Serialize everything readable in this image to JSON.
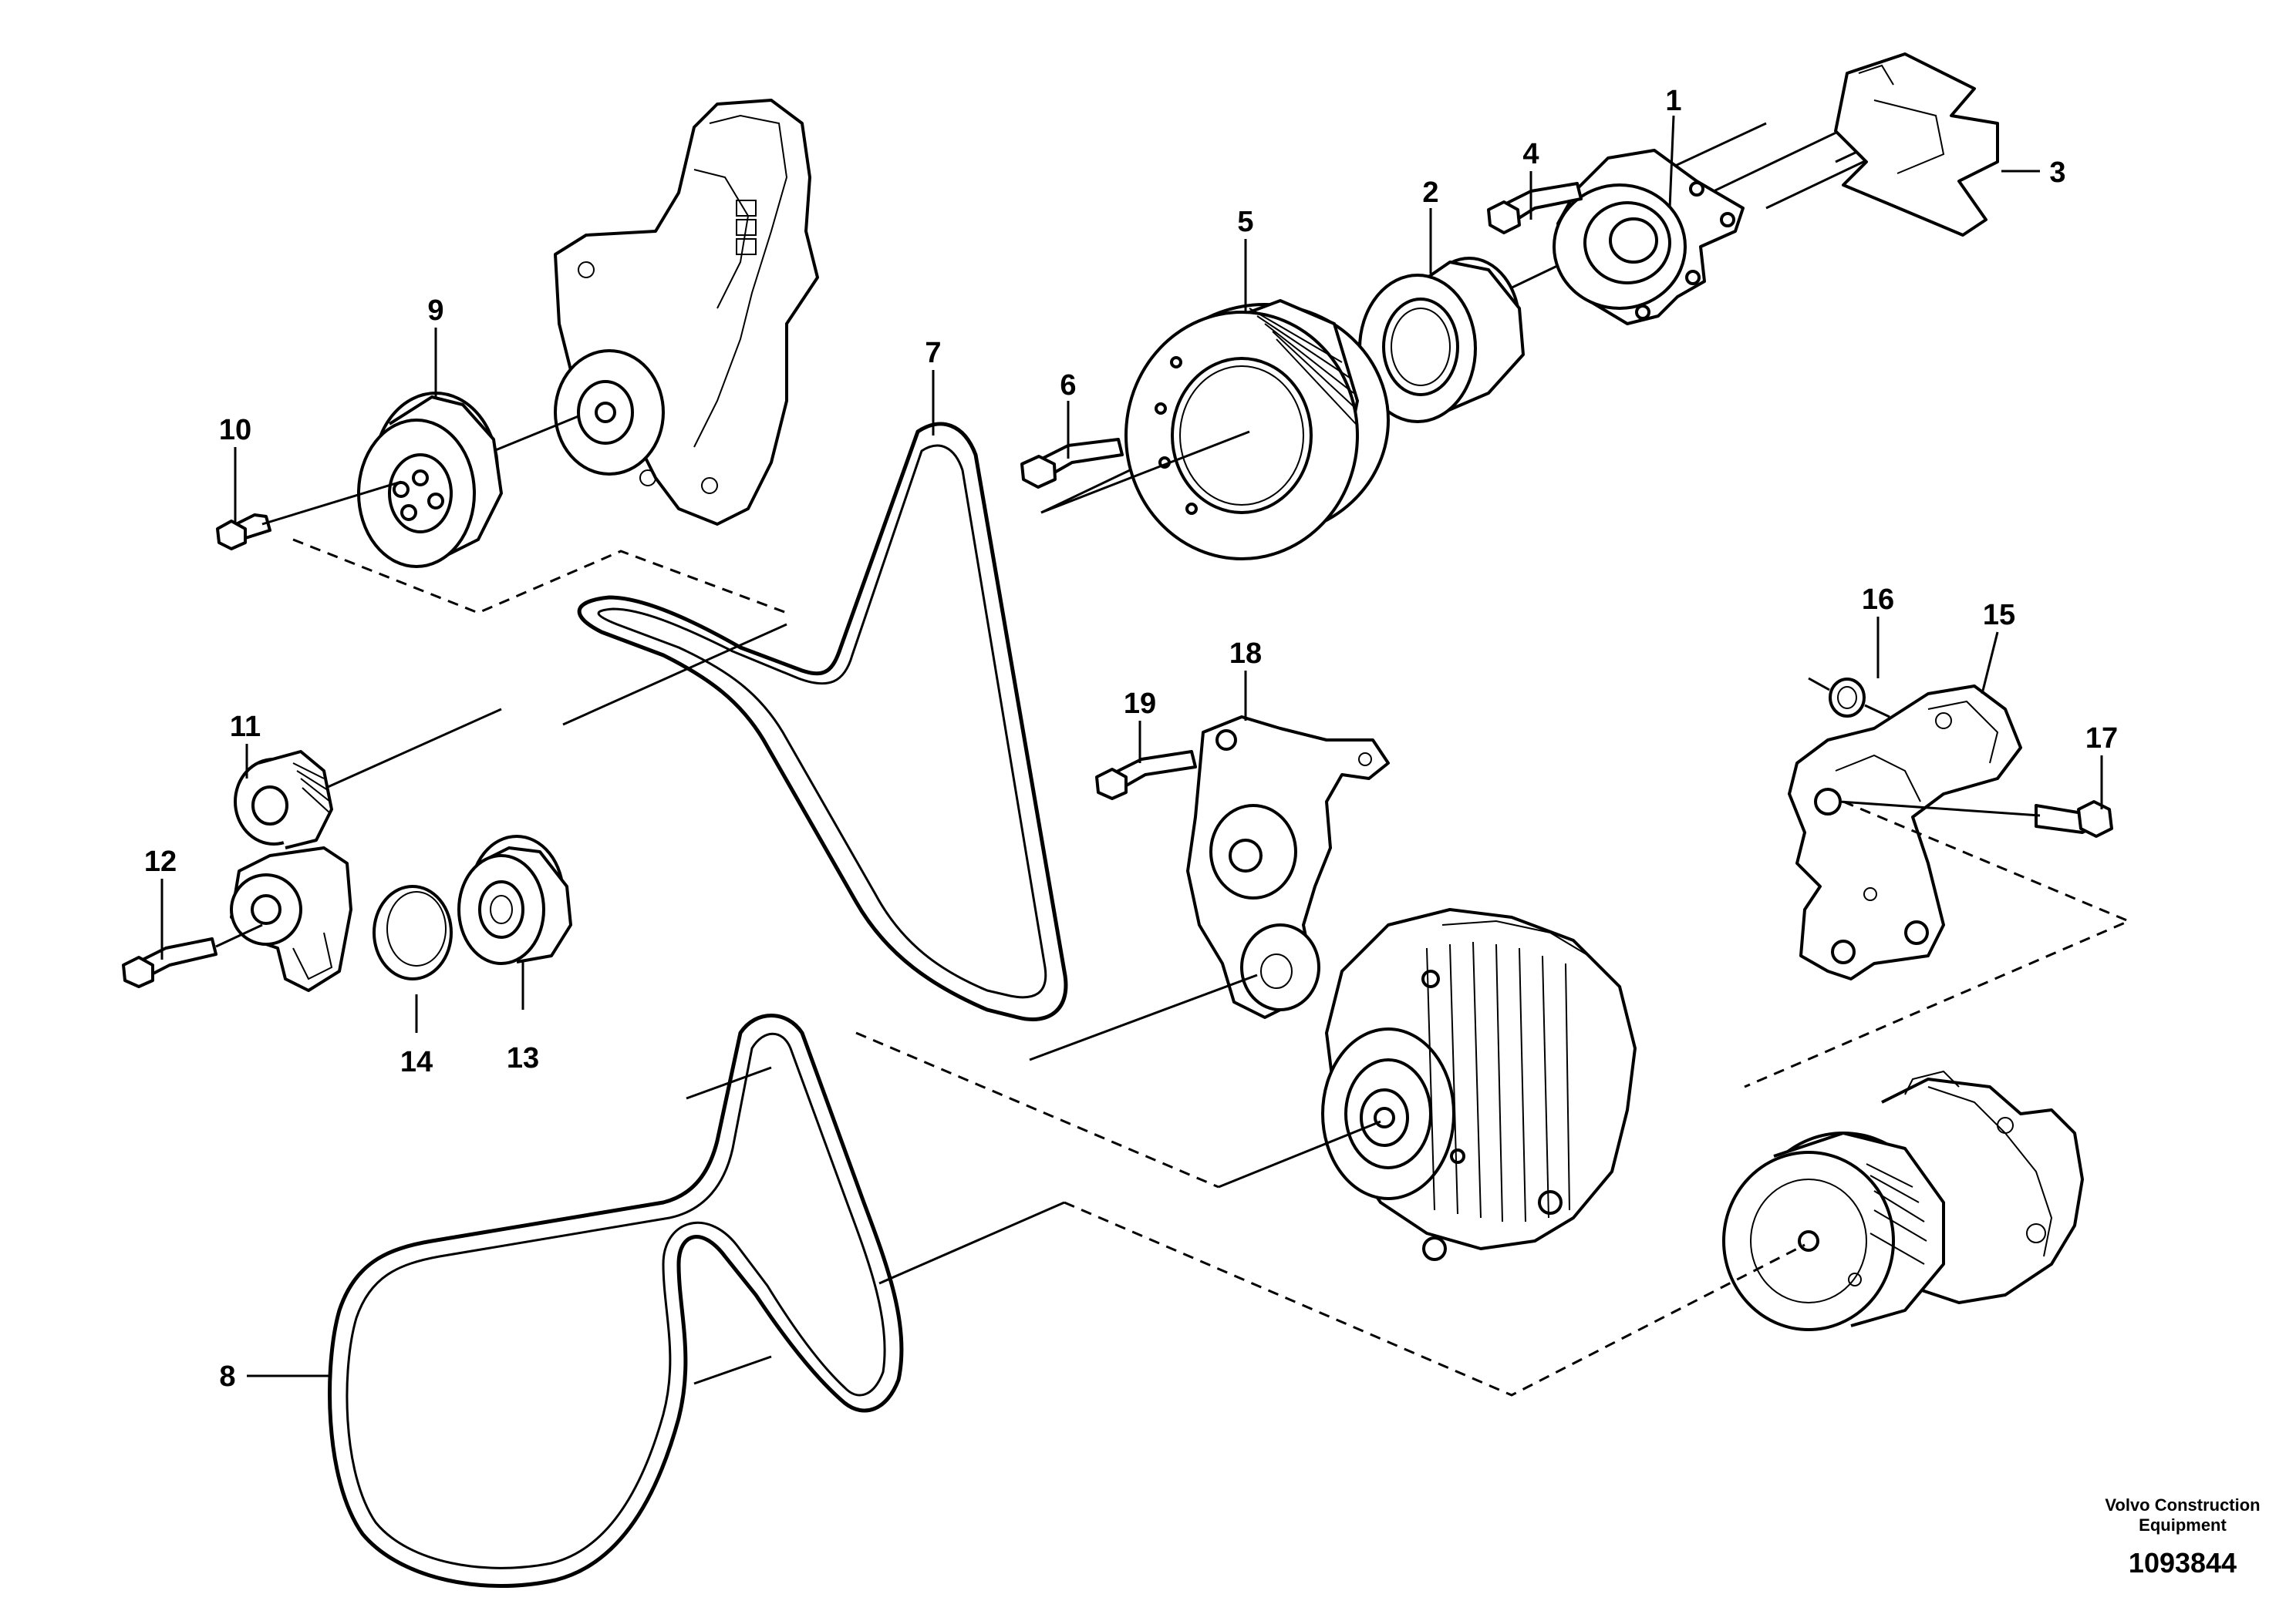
{
  "callouts": {
    "c1": "1",
    "c2": "2",
    "c3": "3",
    "c4": "4",
    "c5": "5",
    "c6": "6",
    "c7": "7",
    "c8": "8",
    "c9": "9",
    "c10": "10",
    "c11": "11",
    "c12": "12",
    "c13": "13",
    "c14": "14",
    "c15": "15",
    "c16": "16",
    "c17": "17",
    "c18": "18",
    "c19": "19"
  },
  "footer": {
    "company_line1": "Volvo Construction",
    "company_line2": "Equipment",
    "drawing_number": "1093844"
  }
}
